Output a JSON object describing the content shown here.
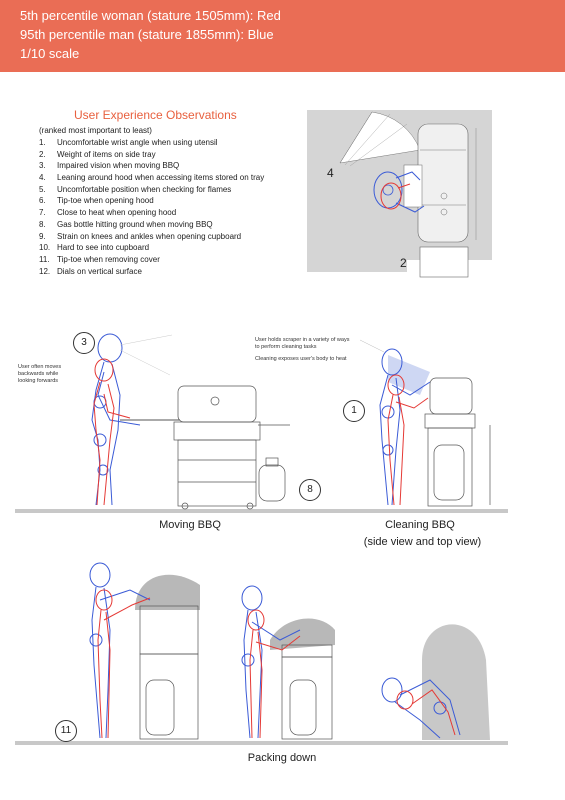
{
  "header": {
    "line1": "5th percentile woman (stature 1505mm): Red",
    "line2": "95th percentile man (stature 1855mm): Blue",
    "line3": "1/10 scale",
    "background": "#ea6d55"
  },
  "observations": {
    "title": "User Experience Observations",
    "subtitle": "(ranked most important to least)",
    "items": [
      {
        "num": "1.",
        "text": "Uncomfortable wrist angle when using utensil"
      },
      {
        "num": "2.",
        "text": "Weight of items on side tray"
      },
      {
        "num": "3.",
        "text": "Impaired vision when moving BBQ"
      },
      {
        "num": "4.",
        "text": "Leaning around hood when accessing items stored on tray"
      },
      {
        "num": "5.",
        "text": "Uncomfortable position when checking for flames"
      },
      {
        "num": "6.",
        "text": "Tip-toe when opening hood"
      },
      {
        "num": "7.",
        "text": "Close to heat when opening hood"
      },
      {
        "num": "8.",
        "text": "Gas bottle hitting ground when moving BBQ"
      },
      {
        "num": "9.",
        "text": "Strain on knees and ankles when opening cupboard"
      },
      {
        "num": "10.",
        "text": "Hard to see into cupboard"
      },
      {
        "num": "11.",
        "text": "Tip-toe when removing cover"
      },
      {
        "num": "12.",
        "text": "Dials on vertical surface"
      }
    ]
  },
  "markers": {
    "m4": "4",
    "m2": "2",
    "m3": "3",
    "m1": "1",
    "m8": "8",
    "m11": "11"
  },
  "notes": {
    "moving": "User often moves backwards while looking forwards",
    "scraper": "User holds scraper in a variety of ways to perform cleaning tasks",
    "heat": "Cleaning exposes user's body to heat"
  },
  "captions": {
    "moving": "Moving BBQ",
    "cleaning": "Cleaning BBQ",
    "cleaning_sub": "(side view and top view)",
    "packing": "Packing down"
  },
  "colors": {
    "woman": "#e53935",
    "man": "#3b5bd6",
    "bbq_cover": "#9a9a9a",
    "topview_bg": "#d5d5d5",
    "heat_zone": "#b9c6ee"
  }
}
